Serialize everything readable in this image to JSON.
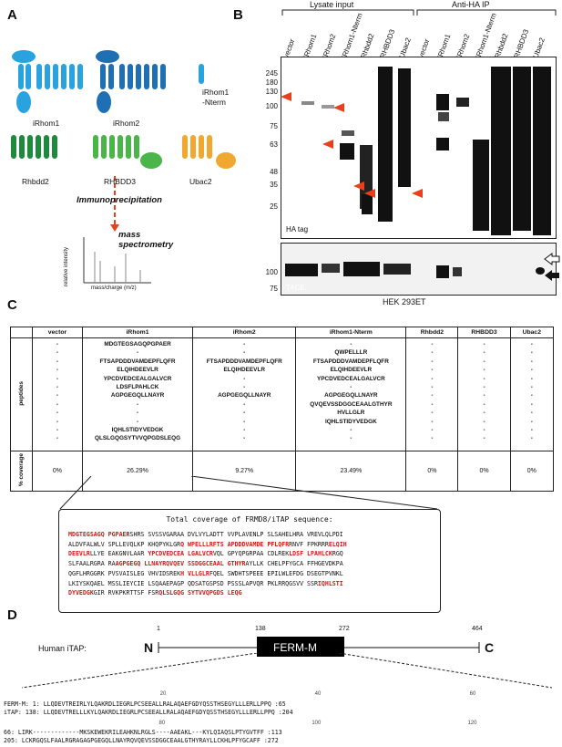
{
  "panels": {
    "a": "A",
    "b": "B",
    "c": "C",
    "d": "D"
  },
  "panel_a": {
    "proteins": [
      "iRhom1",
      "iRhom2",
      "iRhom1\n-Nterm",
      "Rhbdd2",
      "RHBDD3",
      "Ubac2"
    ],
    "step1": "Immunoprecipitation",
    "step2": "mass\nspectrometry",
    "y_axis": "relative intensity",
    "x_axis": "mass/charge (m/z)",
    "colors": {
      "light_blue": "#29a3e0",
      "dark_blue": "#1e6fb4",
      "green": "#1e8a3c",
      "light_green": "#4ab548",
      "orange": "#f0a830",
      "red": "#e8401c"
    }
  },
  "panel_b": {
    "group_lysate": "Lysate input",
    "group_ip": "Anti-HA IP",
    "lanes": [
      "vector",
      "iRhom1",
      "iRhom2",
      "iRhom1-Nterm",
      "Rhbdd2",
      "RHBDD3",
      "Ubac2",
      "vector",
      "iRhom1",
      "iRhom2",
      "iRhom1-Nterm",
      "Rhbdd2",
      "RHBDD3",
      "Ubac2"
    ],
    "mw_top": [
      "245",
      "180",
      "130",
      "100",
      "75",
      "63",
      "48",
      "35",
      "25"
    ],
    "mw_bottom": [
      "100",
      "75"
    ],
    "ha_label": "HA tag",
    "tace_label": "TACE",
    "cell_line": "HEK 293ET"
  },
  "panel_c": {
    "headers": [
      "vector",
      "iRhom1",
      "iRhom2",
      "iRhom1-Nterm",
      "Rhbdd2",
      "RHBDD3",
      "Ubac2"
    ],
    "row_peptides": "peptides",
    "row_coverage": "% coverage",
    "vector_peptides": [
      "-",
      "-",
      "-",
      "-",
      "-",
      "-",
      "-",
      "-",
      "-",
      "-",
      "-",
      "-"
    ],
    "irhom1_peptides": [
      "MDGTEGSAGQPGPAER",
      "-",
      "FTSAPDDDVAMDEPFLQFR",
      "ELQIHDEEVLR",
      "YPCDVEDCEALGALVCR",
      "LDSFLPAHLCK",
      "AGPGEGQLLNAYR",
      "-",
      "-",
      "-",
      "IQHLSTIDYVEDGK",
      "QLSLGQGSYTVVQPGDSLEQG"
    ],
    "irhom2_peptides": [
      "-",
      "-",
      "FTSAPDDDVAMDEPFLQFR",
      "ELQIHDEEVLR",
      "-",
      "-",
      "AGPGEGQLLNAYR",
      "-",
      "-",
      "-",
      "-",
      "-"
    ],
    "nterm_peptides": [
      "-",
      "QWPELLLR",
      "FTSAPDDDVAMDEPFLQFR",
      "ELQIHDEEVLR",
      "YPCDVEDCEALGALVCR",
      "-",
      "AGPGEGQLLNAYR",
      "QVQEVSSDGGCEAALGTHYR",
      "HVLLGLR",
      "IQHLSTIDYVEDGK",
      "-",
      "-"
    ],
    "coverage": [
      "0%",
      "26.29%",
      "9.27%",
      "23.49%",
      "0%",
      "0%",
      "0%"
    ],
    "coverage_title": "Total coverage of FRMD8/iTAP sequence:"
  },
  "panel_d": {
    "protein": "Human iTAP:",
    "n": "N",
    "c": "C",
    "domain": "FERM-M",
    "pos_start": "1",
    "pos_138": "138",
    "pos_272": "272",
    "pos_end": "464",
    "row1_label_a": "FERM-M:",
    "row1_label_b": "iTAP:",
    "row1_a": "1: LLQDEVTREIRLYLQAKRDLIEGRLPCSEEALLRALAQAEFGDYQSSTHSEGYLLLERLLPPQ :65",
    "row1_b": "138: LLQDEVTRELLLKYLQAKRDLIEGRLPCSEEALLRALAQAEFGDYQSSTHSEGYLLLERLLPPQ :204",
    "row2_a": "66: LIRK-------------MKSKEWEKRILEAHKNLRGLS----AAEAKL---KYLQIAQSLPTYGVTFF :113",
    "row2_b": "205: LCKRGQSLFAALRGRAGAGPGEGQLLNAYRQVQEVSSDGGCEAALGTHYRAYLLCKHLPFYGCAFF :272",
    "ruler_top": [
      "20",
      "40",
      "60"
    ],
    "ruler_bottom": [
      "80",
      "100",
      "120"
    ]
  }
}
